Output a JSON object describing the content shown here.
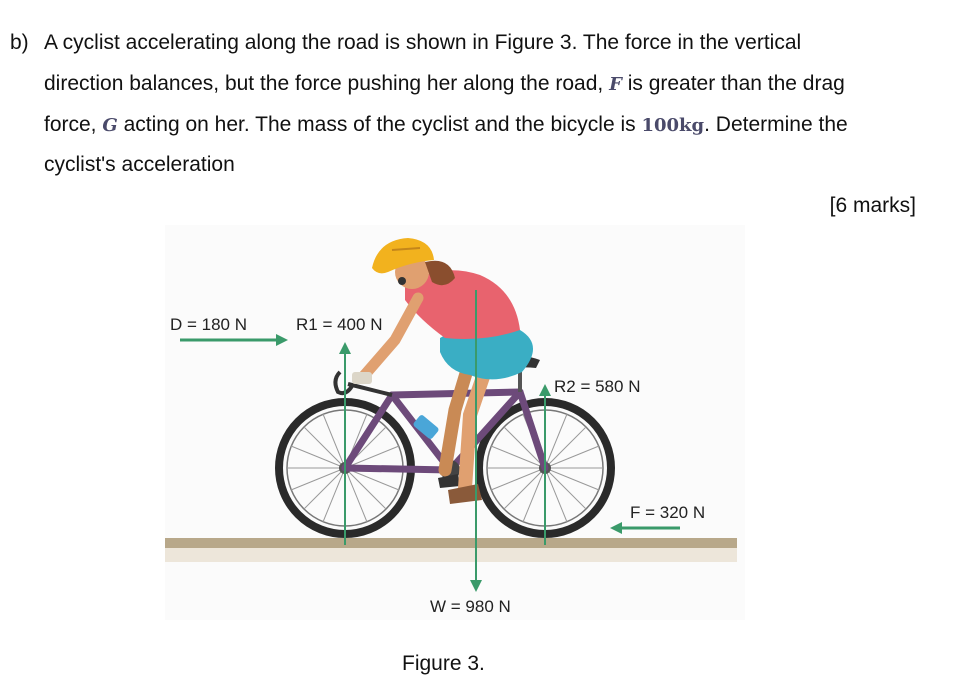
{
  "question": {
    "letter": "b)",
    "line1": "A cyclist accelerating along the road is shown in Figure 3. The force in the vertical",
    "line2_a": "direction balances, but the force pushing her along the road,",
    "var_f": "F",
    "line2_b": "is greater than the drag",
    "line3_a": "force,",
    "var_g": "G",
    "line3_b": "acting on her. The mass of the cyclist and the bicycle is",
    "mass": "100kg",
    "line3_c": ". Determine the",
    "line4": "cyclist's acceleration",
    "marks": "[6 marks]"
  },
  "figure": {
    "caption": "Figure 3.",
    "labels": {
      "drag": "D = 180 N",
      "r1": "R1 = 400 N",
      "r2": "R2 = 580 N",
      "force": "F = 320 N",
      "weight": "W = 980 N"
    },
    "colors": {
      "arrow": "#3a9a6a",
      "road": "#b8a88a",
      "shirt": "#e8636e",
      "shorts": "#3aaec4",
      "skin": "#e0a070",
      "helmet": "#f2b21e",
      "frame": "#6d4a7a"
    }
  }
}
